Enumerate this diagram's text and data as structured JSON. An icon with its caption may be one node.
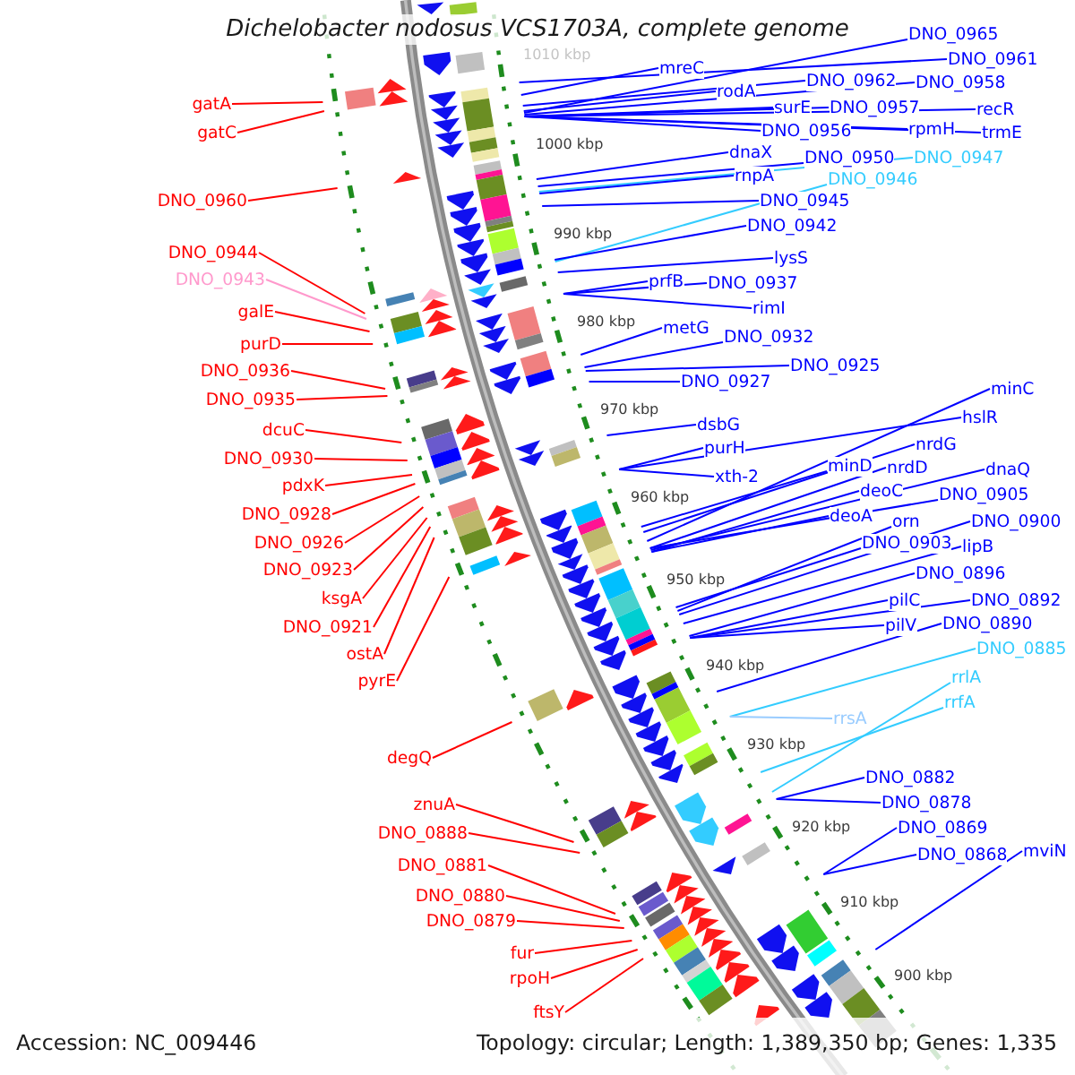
{
  "diagram": {
    "title": "Dichelobacter nodosus VCS1703A, complete genome",
    "nodes": [
      {
        "text": [
          "DNO_0965"
        ]
      },
      {
        "text": [
          "mreC"
        ]
      },
      {
        "text": [
          "DNO_0961"
        ]
      },
      {
        "text": [
          "rodA"
        ]
      },
      {
        "text": [
          "DNO_0962"
        ]
      },
      {
        "text": [
          "DNO_0958"
        ]
      },
      {
        "text": [
          "gatA"
        ]
      },
      {
        "text": [
          "surE"
        ]
      },
      {
        "text": [
          "DNO_0957"
        ]
      },
      {
        "text": [
          "recR"
        ]
      },
      {
        "text": [
          "gatC"
        ]
      },
      {
        "text": [
          "DNO_0956"
        ]
      },
      {
        "text": [
          "rpmH"
        ]
      },
      {
        "text": [
          "trmE"
        ]
      },
      {
        "text": [
          "dnaX"
        ]
      },
      {
        "text": [
          "DNO_0950"
        ]
      },
      {
        "text": [
          "DNO_0947"
        ]
      },
      {
        "text": [
          "rnpA"
        ]
      },
      {
        "text": [
          "DNO_0946"
        ]
      },
      {
        "text": [
          "DNO_0960"
        ]
      },
      {
        "text": [
          "DNO_0945"
        ]
      },
      {
        "text": [
          "DNO_0942"
        ]
      },
      {
        "text": [
          "DNO_0944"
        ]
      },
      {
        "text": [
          "lysS"
        ]
      },
      {
        "text": [
          "DNO_0943"
        ]
      },
      {
        "text": [
          "prfB"
        ]
      },
      {
        "text": [
          "DNO_0937"
        ]
      },
      {
        "text": [
          "galE"
        ]
      },
      {
        "text": [
          "rimI"
        ]
      },
      {
        "text": [
          "purD"
        ]
      },
      {
        "text": [
          "metG"
        ]
      },
      {
        "text": [
          "DNO_0932"
        ]
      },
      {
        "text": [
          "DNO_0936"
        ]
      },
      {
        "text": [
          "DNO_0925"
        ]
      },
      {
        "text": [
          "DNO_0927"
        ]
      },
      {
        "text": [
          "minC"
        ]
      },
      {
        "text": [
          "DNO_0935"
        ]
      },
      {
        "text": [
          "dcuC"
        ]
      },
      {
        "text": [
          "dsbG"
        ]
      },
      {
        "text": [
          "hslR"
        ]
      },
      {
        "text": [
          "purH"
        ]
      },
      {
        "text": [
          "nrdG"
        ]
      },
      {
        "text": [
          "DNO_0930"
        ]
      },
      {
        "text": [
          "minD"
        ]
      },
      {
        "text": [
          "nrdD"
        ]
      },
      {
        "text": [
          "dnaQ"
        ]
      },
      {
        "text": [
          "xth-2"
        ]
      },
      {
        "text": [
          "pdxK"
        ]
      },
      {
        "text": [
          "deoC"
        ]
      },
      {
        "text": [
          "DNO_0905"
        ]
      },
      {
        "text": [
          "DNO_0928"
        ]
      },
      {
        "text": [
          "deoA"
        ]
      },
      {
        "text": [
          "orn"
        ]
      },
      {
        "text": [
          "DNO_0900"
        ]
      },
      {
        "text": [
          "DNO_0926"
        ]
      },
      {
        "text": [
          "DNO_0903"
        ]
      },
      {
        "text": [
          "lipB"
        ]
      },
      {
        "text": [
          "DNO_0923"
        ]
      },
      {
        "text": [
          "DNO_0896"
        ]
      },
      {
        "text": [
          "ksgA"
        ]
      },
      {
        "text": [
          "pilC"
        ]
      },
      {
        "text": [
          "DNO_0892"
        ]
      },
      {
        "text": [
          "DNO_0921"
        ]
      },
      {
        "text": [
          "pilV"
        ]
      },
      {
        "text": [
          "DNO_0890"
        ]
      },
      {
        "text": [
          "DNO_0885"
        ]
      },
      {
        "text": [
          "ostA"
        ]
      },
      {
        "text": [
          "pyrE"
        ]
      },
      {
        "text": [
          "rrlA"
        ]
      },
      {
        "text": [
          "rrfA"
        ]
      },
      {
        "text": [
          "rrsA"
        ]
      },
      {
        "text": [
          "degQ"
        ]
      },
      {
        "text": [
          "DNO_0882"
        ]
      },
      {
        "text": [
          "znuA"
        ]
      },
      {
        "text": [
          "DNO_0878"
        ]
      },
      {
        "text": [
          "DNO_0888"
        ]
      },
      {
        "text": [
          "DNO_0869"
        ]
      },
      {
        "text": [
          "DNO_0868"
        ]
      },
      {
        "text": [
          "mviN"
        ]
      },
      {
        "text": [
          "DNO_0881"
        ]
      },
      {
        "text": [
          "DNO_0880"
        ]
      },
      {
        "text": [
          "DNO_0879"
        ]
      },
      {
        "text": [
          "fur"
        ]
      },
      {
        "text": [
          "rpoH"
        ]
      },
      {
        "text": [
          "ftsY"
        ]
      }
    ],
    "edges": [
      {
        "from": 0,
        "to": null,
        "arrow": "none"
      },
      {
        "from": 1,
        "to": null,
        "arrow": "none"
      },
      {
        "from": 2,
        "to": null,
        "arrow": "none"
      },
      {
        "from": 3,
        "to": null,
        "arrow": "none"
      },
      {
        "from": 4,
        "to": null,
        "arrow": "none"
      },
      {
        "from": 5,
        "to": null,
        "arrow": "none"
      },
      {
        "from": 6,
        "to": null,
        "arrow": "none",
        "color": "#ff0000"
      },
      {
        "from": 7,
        "to": null,
        "arrow": "none"
      },
      {
        "from": 8,
        "to": null,
        "arrow": "none"
      },
      {
        "from": 9,
        "to": null,
        "arrow": "none"
      },
      {
        "from": 10,
        "to": null,
        "arrow": "none",
        "color": "#ff0000"
      },
      {
        "from": 11,
        "to": null,
        "arrow": "none"
      },
      {
        "from": 12,
        "to": null,
        "arrow": "none"
      },
      {
        "from": 13,
        "to": null,
        "arrow": "none"
      },
      {
        "from": 14,
        "to": null,
        "arrow": "none"
      },
      {
        "from": 15,
        "to": null,
        "arrow": "none"
      },
      {
        "from": 16,
        "to": null,
        "arrow": "none",
        "color": "#33ccff"
      },
      {
        "from": 17,
        "to": null,
        "arrow": "none"
      },
      {
        "from": 18,
        "to": null,
        "arrow": "none",
        "color": "#33ccff"
      },
      {
        "from": 19,
        "to": null,
        "arrow": "none",
        "color": "#ff0000"
      },
      {
        "from": 20,
        "to": null,
        "arrow": "none"
      },
      {
        "from": 21,
        "to": null,
        "arrow": "none"
      },
      {
        "from": 22,
        "to": null,
        "arrow": "none",
        "color": "#ff0000"
      },
      {
        "from": 23,
        "to": null,
        "arrow": "none"
      },
      {
        "from": 24,
        "to": null,
        "arrow": "none",
        "color": "#ff99cc"
      },
      {
        "from": 25,
        "to": null,
        "arrow": "none"
      },
      {
        "from": 26,
        "to": null,
        "arrow": "none"
      },
      {
        "from": 27,
        "to": null,
        "arrow": "none",
        "color": "#ff0000"
      },
      {
        "from": 28,
        "to": null,
        "arrow": "none"
      },
      {
        "from": 29,
        "to": null,
        "arrow": "none",
        "color": "#ff0000"
      },
      {
        "from": 30,
        "to": null,
        "arrow": "none"
      },
      {
        "from": 31,
        "to": null,
        "arrow": "none"
      },
      {
        "from": 32,
        "to": null,
        "arrow": "none",
        "color": "#ff0000"
      },
      {
        "from": 33,
        "to": null,
        "arrow": "none"
      },
      {
        "from": 34,
        "to": null,
        "arrow": "none"
      },
      {
        "from": 35,
        "to": null,
        "arrow": "none"
      },
      {
        "from": 36,
        "to": null,
        "arrow": "none",
        "color": "#ff0000"
      },
      {
        "from": 37,
        "to": null,
        "arrow": "none",
        "color": "#ff0000"
      },
      {
        "from": 38,
        "to": null,
        "arrow": "none"
      },
      {
        "from": 39,
        "to": null,
        "arrow": "none"
      },
      {
        "from": 40,
        "to": null,
        "arrow": "none"
      },
      {
        "from": 41,
        "to": null,
        "arrow": "none"
      },
      {
        "from": 42,
        "to": null,
        "arrow": "none",
        "color": "#ff0000"
      },
      {
        "from": 43,
        "to": null,
        "arrow": "none"
      },
      {
        "from": 44,
        "to": null,
        "arrow": "none"
      },
      {
        "from": 45,
        "to": null,
        "arrow": "none"
      },
      {
        "from": 46,
        "to": null,
        "arrow": "none"
      },
      {
        "from": 47,
        "to": null,
        "arrow": "none",
        "color": "#ff0000"
      },
      {
        "from": 48,
        "to": null,
        "arrow": "none"
      },
      {
        "from": 49,
        "to": null,
        "arrow": "none"
      },
      {
        "from": 50,
        "to": null,
        "arrow": "none",
        "color": "#ff0000"
      },
      {
        "from": 51,
        "to": null,
        "arrow": "none"
      },
      {
        "from": 52,
        "to": null,
        "arrow": "none"
      },
      {
        "from": 53,
        "to": null,
        "arrow": "none"
      },
      {
        "from": 54,
        "to": null,
        "arrow": "none",
        "color": "#ff0000"
      },
      {
        "from": 55,
        "to": null,
        "arrow": "none"
      },
      {
        "from": 56,
        "to": null,
        "arrow": "none"
      },
      {
        "from": 57,
        "to": null,
        "arrow": "none",
        "color": "#ff0000"
      },
      {
        "from": 58,
        "to": null,
        "arrow": "none"
      },
      {
        "from": 59,
        "to": null,
        "arrow": "none",
        "color": "#ff0000"
      },
      {
        "from": 60,
        "to": null,
        "arrow": "none"
      },
      {
        "from": 61,
        "to": null,
        "arrow": "none"
      },
      {
        "from": 62,
        "to": null,
        "arrow": "none",
        "color": "#ff0000"
      },
      {
        "from": 63,
        "to": null,
        "arrow": "none"
      },
      {
        "from": 64,
        "to": null,
        "arrow": "none"
      },
      {
        "from": 65,
        "to": null,
        "arrow": "none",
        "color": "#33ccff"
      },
      {
        "from": 66,
        "to": null,
        "arrow": "none",
        "color": "#ff0000"
      },
      {
        "from": 67,
        "to": null,
        "arrow": "none",
        "color": "#ff0000"
      },
      {
        "from": 68,
        "to": null,
        "arrow": "none",
        "color": "#33ccff"
      },
      {
        "from": 69,
        "to": null,
        "arrow": "none",
        "color": "#33ccff"
      },
      {
        "from": 70,
        "to": null,
        "arrow": "none",
        "color": "#99ccff"
      },
      {
        "from": 71,
        "to": null,
        "arrow": "none",
        "color": "#ff0000"
      },
      {
        "from": 72,
        "to": null,
        "arrow": "none"
      },
      {
        "from": 73,
        "to": null,
        "arrow": "none",
        "color": "#ff0000"
      },
      {
        "from": 74,
        "to": null,
        "arrow": "none"
      },
      {
        "from": 75,
        "to": null,
        "arrow": "none",
        "color": "#ff0000"
      },
      {
        "from": 76,
        "to": null,
        "arrow": "none"
      },
      {
        "from": 77,
        "to": null,
        "arrow": "none"
      },
      {
        "from": 78,
        "to": null,
        "arrow": "none"
      },
      {
        "from": 79,
        "to": null,
        "arrow": "none",
        "color": "#ff0000"
      },
      {
        "from": 80,
        "to": null,
        "arrow": "none",
        "color": "#ff0000"
      },
      {
        "from": 81,
        "to": null,
        "arrow": "none",
        "color": "#ff0000"
      },
      {
        "from": 82,
        "to": null,
        "arrow": "none",
        "color": "#ff0000"
      },
      {
        "from": 83,
        "to": null,
        "arrow": "none",
        "color": "#ff0000"
      },
      {
        "from": 84,
        "to": null,
        "arrow": "none",
        "color": "#ff0000"
      }
    ],
    "labels": [
      "1010 kbp",
      "1000 kbp",
      "990 kbp",
      "980 kbp",
      "970 kbp",
      "960 kbp",
      "950 kbp",
      "940 kbp",
      "930 kbp",
      "920 kbp",
      "910 kbp",
      "900 kbp",
      "Accession: NC_009446",
      "Topology: circular; Length: 1,389,350 bp; Genes: 1,335"
    ]
  }
}
